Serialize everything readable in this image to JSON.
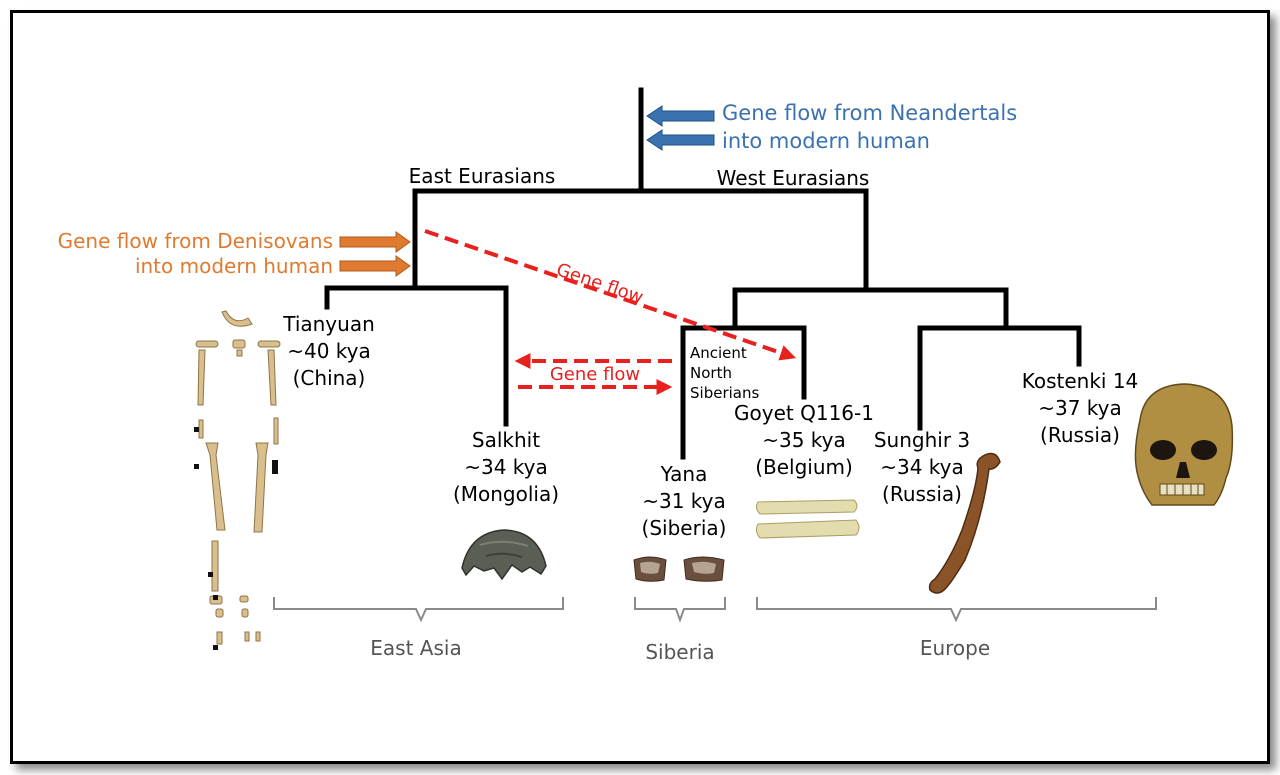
{
  "colors": {
    "tree": "#000000",
    "gene_flow_red": "#e8201e",
    "denisovan_orange": "#e07a30",
    "neandertal_blue": "#3a72b0",
    "region_gray": "#555555"
  },
  "neandertal_flow": {
    "line1": "Gene flow from Neandertals",
    "line2": "into modern human"
  },
  "denisovan_flow": {
    "line1": "Gene flow from  Denisovans",
    "line2": "into modern human"
  },
  "clades": {
    "east": "East Eurasians",
    "west": "West Eurasians",
    "ans_line1": "Ancient",
    "ans_line2": "North",
    "ans_line3": "Siberians"
  },
  "gene_flow_labels": {
    "diagonal": "Gene flow",
    "horizontal": "Gene flow"
  },
  "samples": {
    "tianyuan": {
      "name": "Tianyuan",
      "age": "~40 kya",
      "place": "(China)"
    },
    "salkhit": {
      "name": "Salkhit",
      "age": "~34 kya",
      "place": "(Mongolia)"
    },
    "yana": {
      "name": "Yana",
      "age": "~31 kya",
      "place": "(Siberia)"
    },
    "goyet": {
      "name": "Goyet Q116-1",
      "age": "~35 kya",
      "place": "(Belgium)"
    },
    "sunghir": {
      "name": "Sunghir 3",
      "age": "~34 kya",
      "place": "(Russia)"
    },
    "kostenki": {
      "name": "Kostenki 14",
      "age": "~37 kya",
      "place": "(Russia)"
    }
  },
  "regions": {
    "east_asia": "East Asia",
    "siberia": "Siberia",
    "europe": "Europe"
  }
}
